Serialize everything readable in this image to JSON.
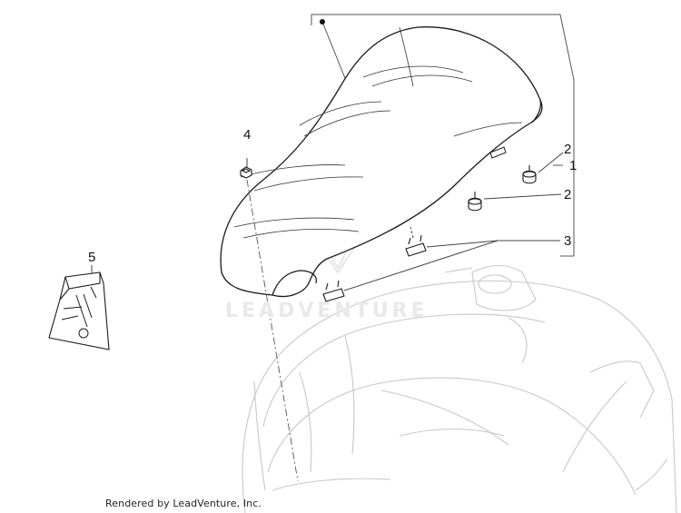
{
  "callouts": {
    "c1": "1",
    "c2a": "2",
    "c2b": "2",
    "c3": "3",
    "c4": "4",
    "c5": "5"
  },
  "watermark": "LEADVENTURE",
  "credit": "Rendered by LeadVenture, Inc.",
  "colors": {
    "line": "#1a1a1a",
    "faint": "#c8c8c8",
    "watermark": "#e9e9e9",
    "leader": "#555555"
  }
}
